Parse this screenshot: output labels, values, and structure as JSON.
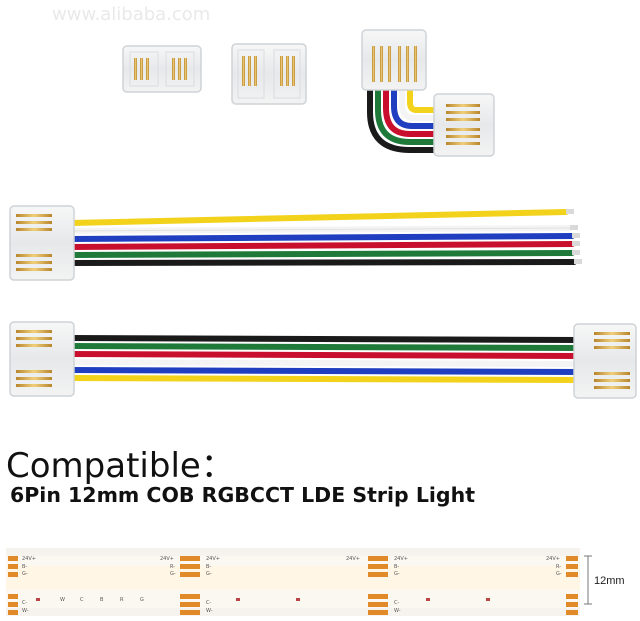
{
  "watermark": "www.alibaba.com",
  "headings": {
    "compatible": "Compatible：",
    "product": "6Pin 12mm COB RGBCCT LDE Strip Light"
  },
  "strip": {
    "voltage_label": "24V+",
    "pad_labels": [
      "B-",
      "G-",
      "R-",
      "C-",
      "W-"
    ],
    "segment_labels": [
      "W",
      "C",
      "B",
      "R",
      "G"
    ],
    "width_label": "12mm"
  },
  "wire_colors": {
    "yellow": "#f2d21a",
    "white": "#f4f4f4",
    "blue": "#1f3fc0",
    "red": "#c8102e",
    "green": "#1f7a3a",
    "black": "#1a1a1a"
  }
}
